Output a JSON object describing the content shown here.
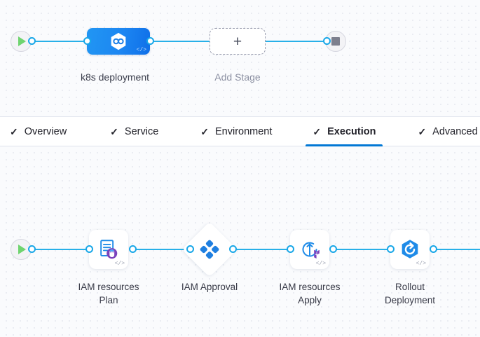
{
  "tabs": [
    {
      "label": "Overview",
      "check": "✓",
      "active": false
    },
    {
      "label": "Service",
      "check": "✓",
      "active": false
    },
    {
      "label": "Environment",
      "check": "✓",
      "active": false
    },
    {
      "label": "Execution",
      "check": "✓",
      "active": true
    },
    {
      "label": "Advanced",
      "check": "✓",
      "active": false
    }
  ],
  "stage_canvas": {
    "start_node": {
      "icon": "play-icon"
    },
    "end_node": {
      "icon": "stop-icon"
    },
    "stage": {
      "label": "k8s deployment",
      "icon": "kubernetes-deployment-icon",
      "code_glyph": "</>"
    },
    "add_stage": {
      "label": "Add Stage",
      "plus": "+"
    }
  },
  "execution_canvas": {
    "start_node": {
      "icon": "play-icon"
    },
    "steps": [
      {
        "label": "IAM resources\nPlan",
        "icon": "terraform-plan-icon",
        "shape": "rounded-square",
        "code_glyph": "</>"
      },
      {
        "label": "IAM Approval",
        "icon": "harness-approval-icon",
        "shape": "diamond",
        "code_glyph": ""
      },
      {
        "label": "IAM resources\nApply",
        "icon": "terraform-apply-icon",
        "shape": "rounded-square",
        "code_glyph": "</>"
      },
      {
        "label": "Rollout\nDeployment",
        "icon": "kubernetes-rollout-icon",
        "shape": "rounded-square",
        "code_glyph": "</>"
      }
    ]
  },
  "colors": {
    "connector": "#28b0e8",
    "connector_dot_border": "#18a7e8",
    "stage_blue_start": "#2196f3",
    "stage_blue_end": "#0f6fe8",
    "active_tab_underline": "#0278d5",
    "play_green": "#6fd46f",
    "stop_gray": "#7d7f8d",
    "icon_blue": "#1c8ae6",
    "terraform_purple": "#7b42bc",
    "canvas_bg": "#fafbfd",
    "grid_dot": "#c5cbd8"
  }
}
